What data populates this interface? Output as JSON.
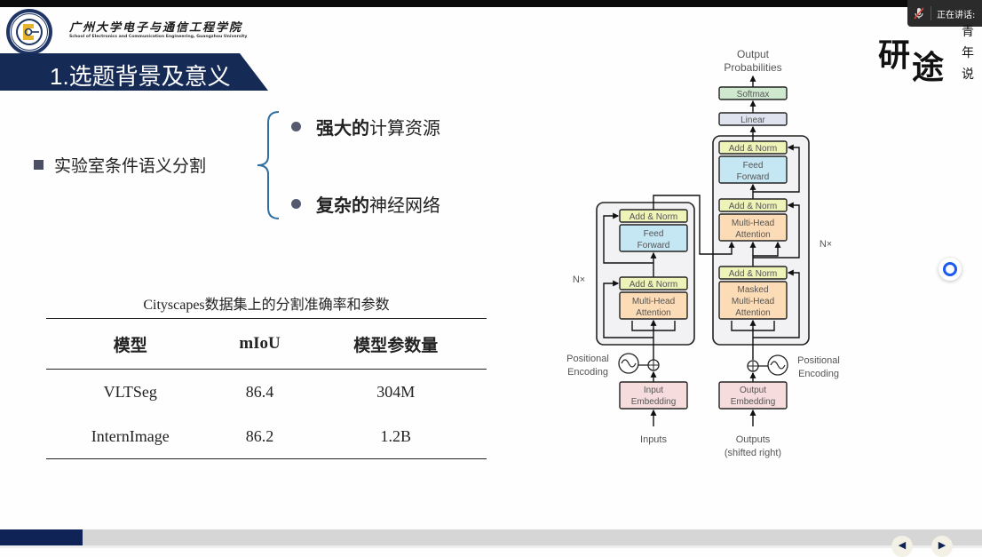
{
  "meeting": {
    "speaking_label": "正在讲话:",
    "mic_icon": "mic-muted-icon"
  },
  "header": {
    "school_name_cn": "广州大学电子与通信工程学院",
    "school_name_en": "School of Electronics and Communication Engineering, Guangzhou University",
    "slide_title": "1.选题背景及意义",
    "calligraphy": [
      "研",
      "途",
      "青",
      "年",
      "说"
    ]
  },
  "content": {
    "main_bullet": "实验室条件语义分割",
    "sub_bullets": [
      {
        "bold": "强大的",
        "rest": "计算资源"
      },
      {
        "bold": "复杂的",
        "rest": "神经网络"
      }
    ]
  },
  "table": {
    "caption": "Cityscapes数据集上的分割准确率和参数",
    "headers": [
      "模型",
      "mIoU",
      "模型参数量"
    ],
    "rows": [
      [
        "VLTSeg",
        "86.4",
        "304M"
      ],
      [
        "InternImage",
        "86.2",
        "1.2B"
      ]
    ]
  },
  "diagram": {
    "output_probabilities": [
      "Output",
      "Probabilities"
    ],
    "softmax": "Softmax",
    "linear": "Linear",
    "add_norm": "Add & Norm",
    "feed_forward": [
      "Feed",
      "Forward"
    ],
    "multi_head": [
      "Multi-Head",
      "Attention"
    ],
    "masked_multi_head": [
      "Masked",
      "Multi-Head",
      "Attention"
    ],
    "nx": "N×",
    "positional_encoding": [
      "Positional",
      "Encoding"
    ],
    "input_embedding": [
      "Input",
      "Embedding"
    ],
    "output_embedding": [
      "Output",
      "Embedding"
    ],
    "inputs": "Inputs",
    "outputs": [
      "Outputs",
      "(shifted right)"
    ],
    "colors": {
      "add_norm": "#eef3b8",
      "feed_forward": "#c5e6f3",
      "attention": "#fbdcb6",
      "embedding": "#f6dcdc",
      "softmax": "#cfe9cf",
      "linear": "#dfe3ef",
      "stack_bg": "#f2f2f4"
    }
  },
  "navigation": {
    "prev_icon": "arrow-left-icon",
    "next_icon": "arrow-right-icon",
    "prev": "◀",
    "next": "▶"
  },
  "theme": {
    "primary": "#162a56",
    "float_button": "#1d5bf0"
  }
}
